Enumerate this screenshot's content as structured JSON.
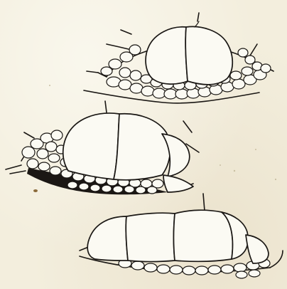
{
  "figure": {
    "panels": [
      {
        "id": "top-structure"
      },
      {
        "id": "middle-structure"
      },
      {
        "id": "bottom-structure"
      }
    ]
  }
}
